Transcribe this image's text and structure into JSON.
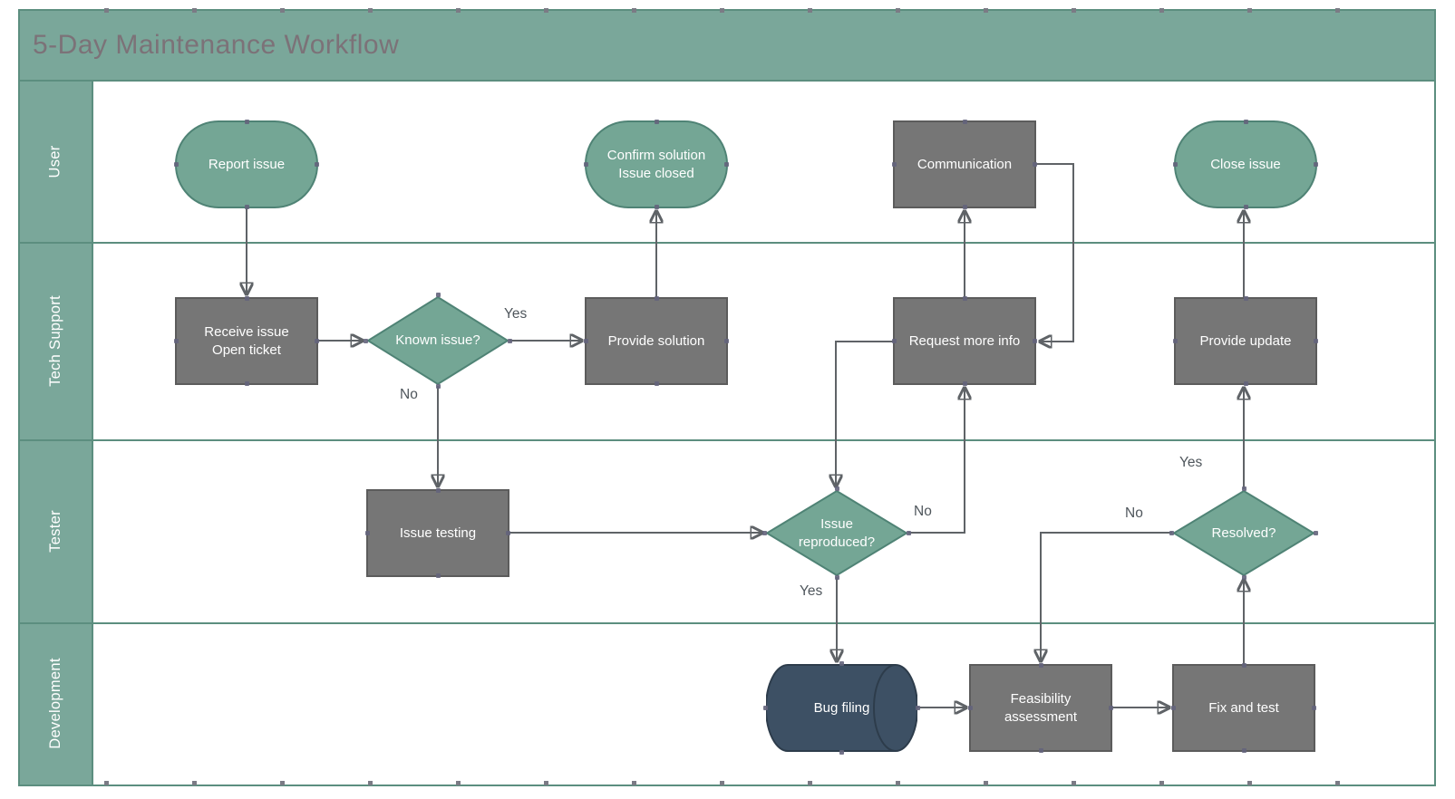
{
  "title": "5-Day Maintenance Workflow",
  "lanes": [
    {
      "label": "User"
    },
    {
      "label": "Tech Support"
    },
    {
      "label": "Tester"
    },
    {
      "label": "Development"
    }
  ],
  "nodes": {
    "report_issue": {
      "label": "Report issue",
      "shape": "terminator",
      "lane": "User"
    },
    "confirm_solution": {
      "label": "Confirm solution\nIssue closed",
      "shape": "terminator",
      "lane": "User"
    },
    "communication": {
      "label": "Communication",
      "shape": "process",
      "lane": "User"
    },
    "close_issue": {
      "label": "Close issue",
      "shape": "terminator",
      "lane": "User"
    },
    "receive_issue": {
      "label": "Receive issue\nOpen ticket",
      "shape": "process",
      "lane": "Tech Support"
    },
    "known_issue": {
      "label": "Known issue?",
      "shape": "decision",
      "lane": "Tech Support"
    },
    "provide_solution": {
      "label": "Provide solution",
      "shape": "process",
      "lane": "Tech Support"
    },
    "request_more_info": {
      "label": "Request more info",
      "shape": "process",
      "lane": "Tech Support"
    },
    "provide_update": {
      "label": "Provide update",
      "shape": "process",
      "lane": "Tech Support"
    },
    "issue_testing": {
      "label": "Issue testing",
      "shape": "process",
      "lane": "Tester"
    },
    "issue_reproduced": {
      "label": "Issue\nreproduced?",
      "shape": "decision",
      "lane": "Tester"
    },
    "resolved": {
      "label": "Resolved?",
      "shape": "decision",
      "lane": "Tester"
    },
    "bug_filing": {
      "label": "Bug filing",
      "shape": "stored-data",
      "lane": "Development"
    },
    "feasibility": {
      "label": "Feasibility\nassessment",
      "shape": "process",
      "lane": "Development"
    },
    "fix_and_test": {
      "label": "Fix and test",
      "shape": "process",
      "lane": "Development"
    }
  },
  "edge_labels": {
    "known_issue_yes": "Yes",
    "known_issue_no": "No",
    "issue_reproduced_no": "No",
    "issue_reproduced_yes": "Yes",
    "resolved_yes": "Yes",
    "resolved_no": "No"
  },
  "colors": {
    "lane_fill": "#7aa79a",
    "lane_border": "#5c8e7f",
    "title_text": "#7c7278",
    "process_fill": "#767676",
    "process_border": "#5c5c5c",
    "terminator_fill": "#74a695",
    "terminator_border": "#4f8375",
    "stored_data_fill": "#3d5064",
    "stored_data_border": "#2d3c4b",
    "connector": "#5f6367",
    "node_text": "#ffffff",
    "edge_label_text": "#4f565c"
  }
}
